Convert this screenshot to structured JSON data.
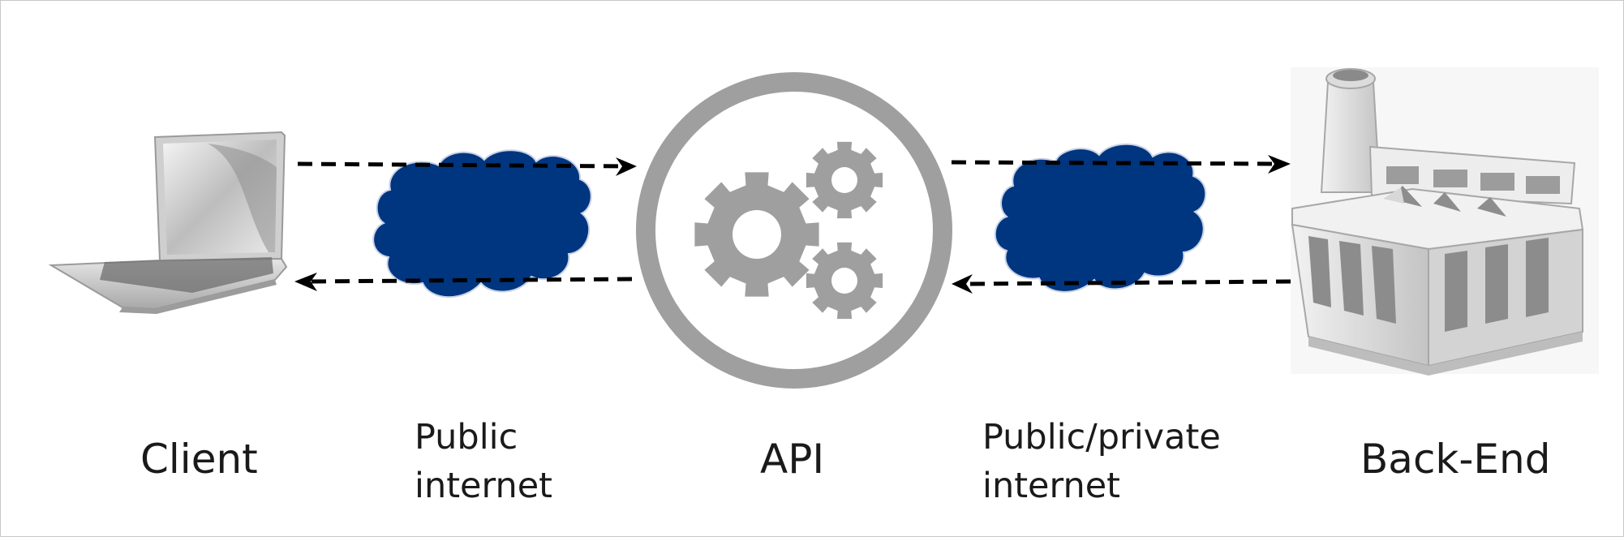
{
  "labels": {
    "client": "Client",
    "public_internet_line1": "Public",
    "public_internet_line2": "internet",
    "api": "API",
    "public_private_line1": "Public/private",
    "public_private_line2": "internet",
    "backend": "Back-End"
  },
  "icons": {
    "client": "laptop-icon",
    "network_left": "cloud-icon",
    "api": "gears-icon",
    "network_right": "cloud-icon",
    "backend": "factory-icon"
  },
  "colors": {
    "cloud": "#003580",
    "api_ring": "#a09fa0",
    "gears": "#a09fa0",
    "arrows": "#000000"
  }
}
